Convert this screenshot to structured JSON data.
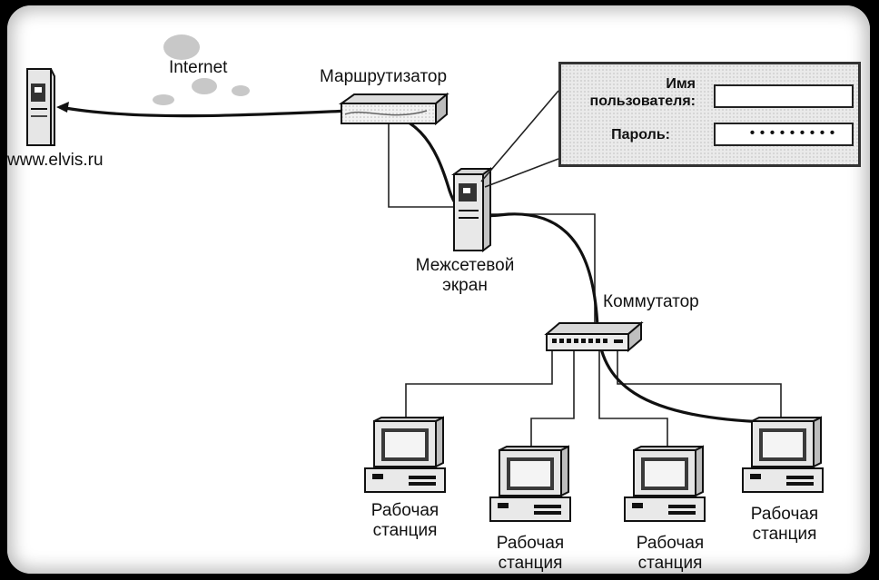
{
  "nodes": {
    "internet_label": "Internet",
    "router_label": "Маршрутизатор",
    "server_label": "www.elvis.ru",
    "firewall_label_line1": "Межсетевой",
    "firewall_label_line2": "экран",
    "switch_label": "Коммутатор"
  },
  "login_panel": {
    "username_label_line1": "Имя",
    "username_label_line2": "пользователя:",
    "username_value": "",
    "password_label": "Пароль:",
    "password_value": "•••••••••"
  },
  "workstations": [
    {
      "line1": "Рабочая",
      "line2": "станция"
    },
    {
      "line1": "Рабочая",
      "line2": "станция"
    },
    {
      "line1": "Рабочая",
      "line2": "станция"
    },
    {
      "line1": "Рабочая",
      "line2": "станция"
    }
  ]
}
